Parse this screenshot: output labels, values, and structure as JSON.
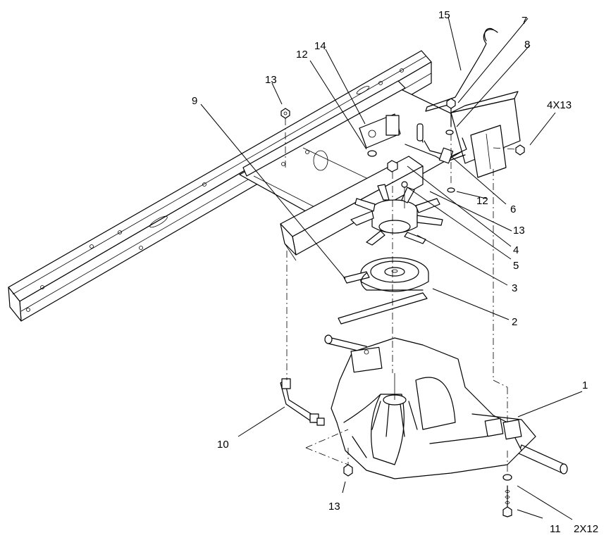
{
  "callouts": {
    "c1": "1",
    "c2": "2",
    "c3": "3",
    "c4": "4",
    "c5": "5",
    "c6": "6",
    "c7": "7",
    "c8": "8",
    "c9": "9",
    "c10": "10",
    "c11": "11",
    "c12a": "12",
    "c12b": "12",
    "c13a": "13",
    "c13b": "13",
    "c13c": "13",
    "c14": "14",
    "c15": "15",
    "c4x13": "4X13",
    "c2x12": "2X12"
  }
}
